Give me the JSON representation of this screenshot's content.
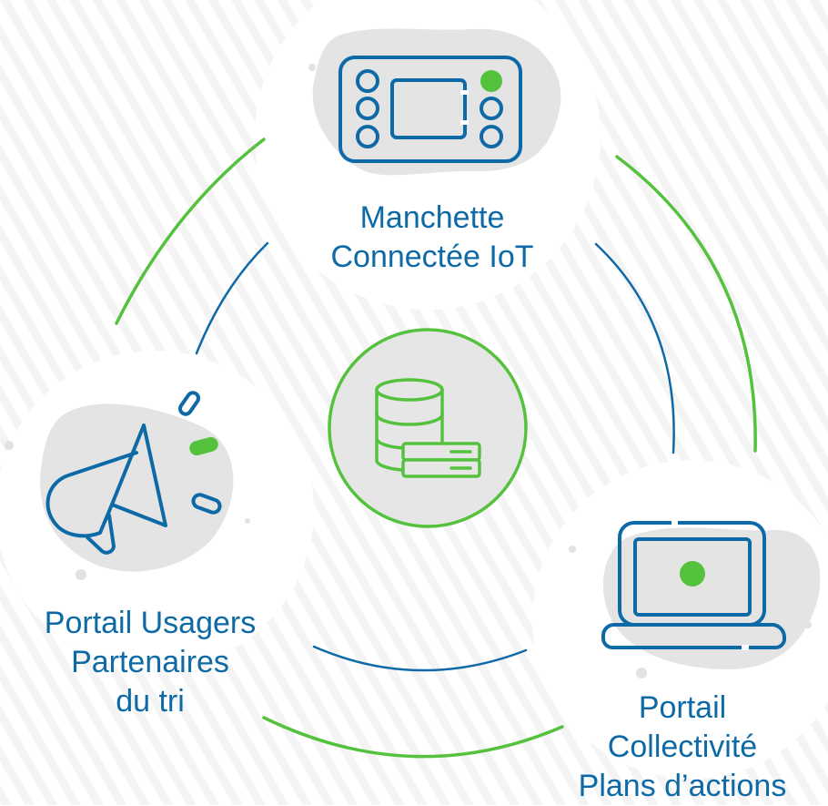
{
  "colors": {
    "blue": "#0d6aa6",
    "green": "#54c23d",
    "blob": "#e4e4e4",
    "stripe": "#f3f3f3"
  },
  "nodes": {
    "iot": {
      "icon": "iot-device-icon",
      "lines": [
        "Manchette",
        "Connectée IoT"
      ]
    },
    "usagers": {
      "icon": "megaphone-icon",
      "lines": [
        "Portail Usagers",
        "Partenaires",
        "du tri"
      ]
    },
    "collectivite": {
      "icon": "laptop-icon",
      "lines": [
        "Portail",
        "Collectivité",
        "Plans d’actions"
      ]
    },
    "center": {
      "icon": "database-server-icon"
    }
  }
}
